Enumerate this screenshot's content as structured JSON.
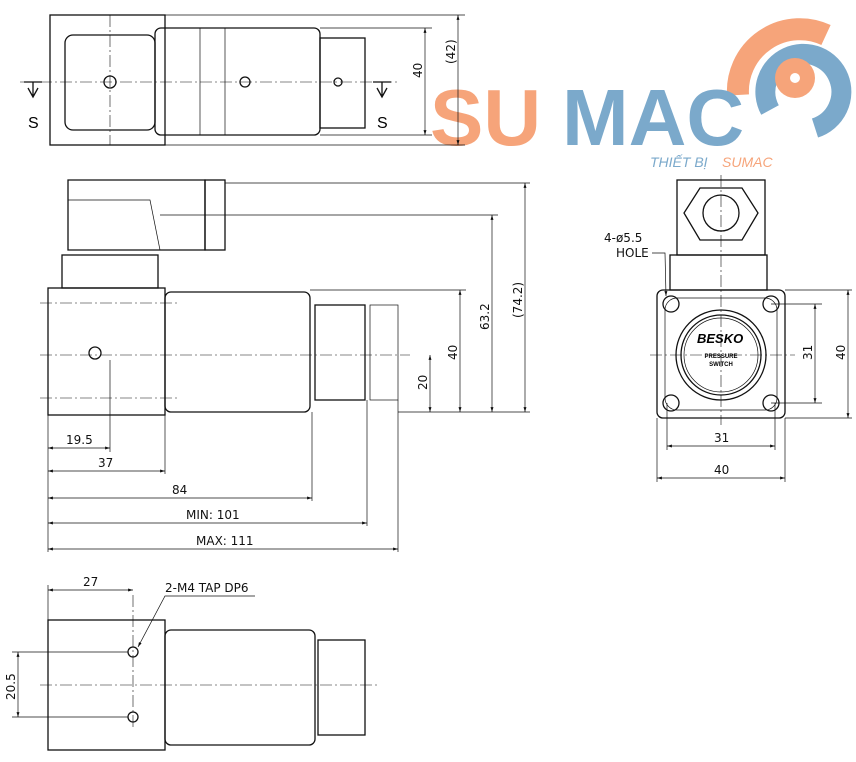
{
  "logo": {
    "brand_part1": "SU",
    "brand_part2": "MAC",
    "tagline_part1": "THIẾT BỊ",
    "tagline_part2": "SUMAC",
    "color_orange": "#F6A47A",
    "color_blue": "#7BA9CB"
  },
  "top_view": {
    "section_left": "S",
    "section_right": "S",
    "dim_height": "40",
    "dim_overall": "(42)"
  },
  "side_view": {
    "dim_20": "20",
    "dim_40": "40",
    "dim_63_2": "63.2",
    "dim_74_2": "(74.2)",
    "dim_19_5": "19.5",
    "dim_37": "37",
    "dim_84": "84",
    "dim_min": "MIN: 101",
    "dim_max": "MAX: 111"
  },
  "end_view": {
    "hole_note_1": "4-ø5.5",
    "hole_note_2": "HOLE",
    "brand": "BESKO",
    "label_1": "PRESSURE",
    "label_2": "SWITCH",
    "dim_v_31": "31",
    "dim_v_40": "40",
    "dim_h_31": "31",
    "dim_h_40": "40"
  },
  "bottom_view": {
    "dim_27": "27",
    "tap_note": "2-M4 TAP DP6",
    "dim_20_5": "20.5"
  }
}
